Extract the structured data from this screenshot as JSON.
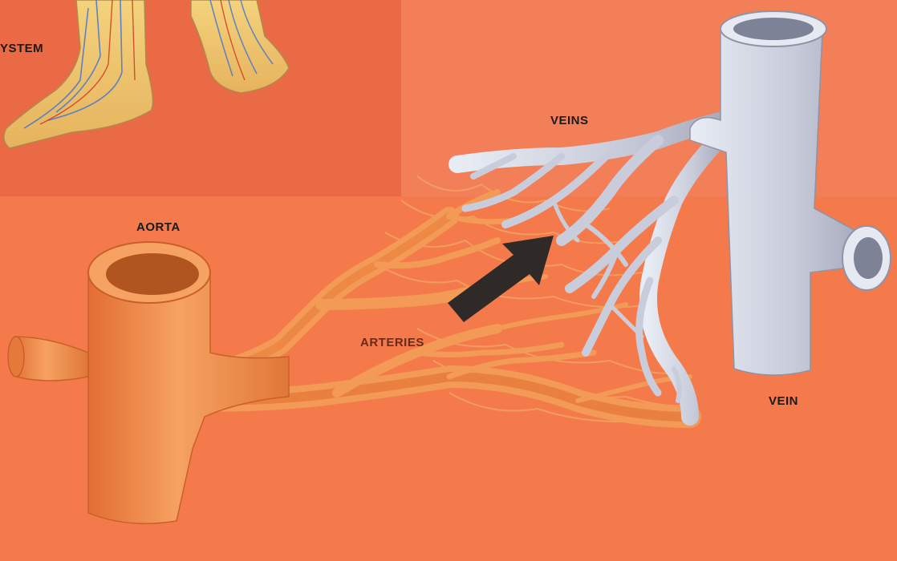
{
  "labels": {
    "system_fragment": "YSTEM",
    "veins": "VEINS",
    "aorta": "AORTA",
    "arteries": "ARTERIES",
    "vein": "VEIN"
  },
  "colors": {
    "background": "#f47a4c",
    "artery": "#f0843e",
    "vein": "#c9cddb",
    "arrow": "#2f2a27"
  }
}
